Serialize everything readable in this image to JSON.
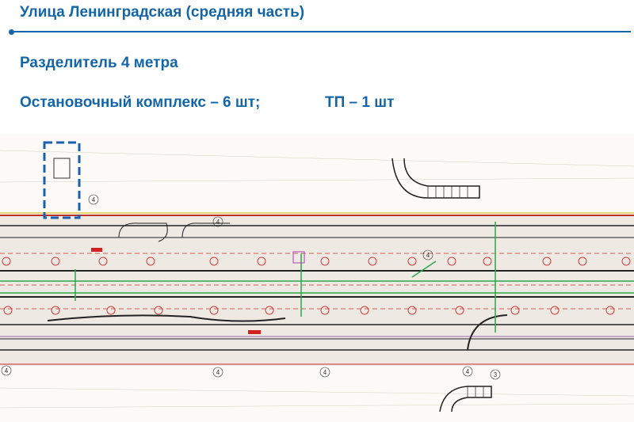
{
  "slide": {
    "title": "Улица Ленинградская (средняя часть)",
    "divider_text": "Разделитель 4 метра",
    "stops_text": "Остановочный комплекс – 6 шт;",
    "tp_text": "ТП – 1 шт"
  },
  "drawing": {
    "labels": [
      "4",
      "4",
      "4",
      "4",
      "4",
      "4",
      "4",
      "3"
    ]
  }
}
